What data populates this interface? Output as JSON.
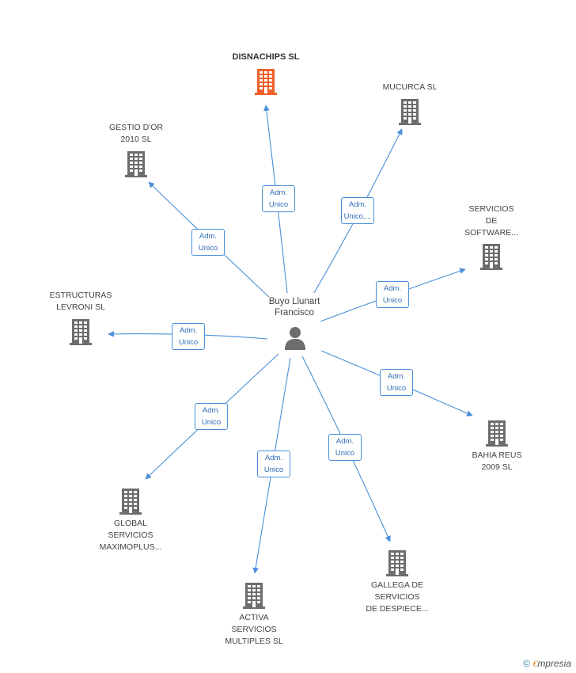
{
  "center": {
    "name": "Buyo Llunart\nFrancisco"
  },
  "companies": [
    {
      "id": "disnachips",
      "name": "DISNACHIPS SL",
      "highlight": true
    },
    {
      "id": "mucurca",
      "name": "MUCURCA SL"
    },
    {
      "id": "gestio",
      "name": "GESTIO D'OR\n2010 SL"
    },
    {
      "id": "servicios-software",
      "name": "SERVICIOS\nDE\nSOFTWARE..."
    },
    {
      "id": "estructuras",
      "name": "ESTRUCTURAS\nLEVRONI SL"
    },
    {
      "id": "bahia",
      "name": "BAHIA REUS\n2009 SL"
    },
    {
      "id": "global",
      "name": "GLOBAL\nSERVICIOS\nMAXIMOPLUS..."
    },
    {
      "id": "gallega",
      "name": "GALLEGA DE\nSERVICIOS\nDE DESPIECE..."
    },
    {
      "id": "activa",
      "name": "ACTIVA\nSERVICIOS\nMULTIPLES  SL"
    }
  ],
  "edges": [
    {
      "to": "disnachips",
      "label": "Adm.\nUnico"
    },
    {
      "to": "mucurca",
      "label": "Adm.\nUnico,..."
    },
    {
      "to": "gestio",
      "label": "Adm.\nUnico"
    },
    {
      "to": "servicios-software",
      "label": "Adm.\nUnico"
    },
    {
      "to": "estructuras",
      "label": "Adm.\nUnico"
    },
    {
      "to": "bahia",
      "label": "Adm.\nUnico"
    },
    {
      "to": "global",
      "label": "Adm.\nUnico"
    },
    {
      "to": "gallega",
      "label": "Adm.\nUnico"
    },
    {
      "to": "activa",
      "label": "Adm.\nUnico"
    }
  ],
  "colors": {
    "edge": "#4a90d9",
    "building": "#6d6d6d",
    "highlight": "#f0602a",
    "person": "#6d6d6d"
  },
  "footer": {
    "symbol": "©",
    "brand_initial": "€",
    "brand_rest": "mpresia"
  }
}
